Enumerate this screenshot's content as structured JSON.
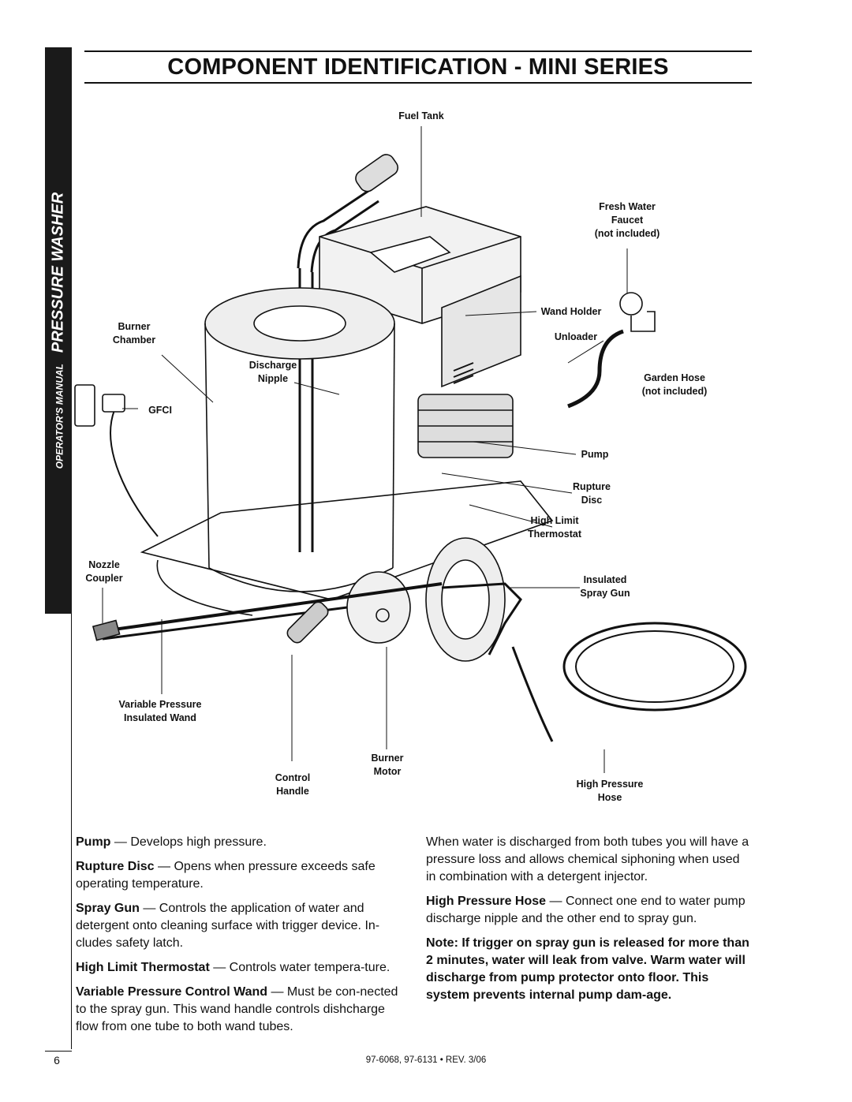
{
  "sidebar": {
    "pressure_washer": "PRESSURE WASHER",
    "operators_manual": "OPERATOR'S MANUAL"
  },
  "title": "COMPONENT IDENTIFICATION - MINI SERIES",
  "labels": {
    "fuel_tank": "Fuel Tank",
    "fresh_water_faucet": [
      "Fresh Water",
      "Faucet",
      "(not included)"
    ],
    "wand_holder": "Wand Holder",
    "unloader": "Unloader",
    "burner_chamber": [
      "Burner",
      "Chamber"
    ],
    "discharge_nipple": [
      "Discharge",
      "Nipple"
    ],
    "garden_hose": [
      "Garden Hose",
      "(not included)"
    ],
    "gfci": "GFCI",
    "pump": "Pump",
    "rupture_disc": [
      "Rupture",
      "Disc"
    ],
    "high_limit_thermostat": [
      "High Limit",
      "Thermostat"
    ],
    "nozzle_coupler": [
      "Nozzle",
      "Coupler"
    ],
    "insulated_spray_gun": [
      "Insulated",
      "Spray Gun"
    ],
    "variable_pressure_wand": [
      "Variable Pressure",
      "Insulated Wand"
    ],
    "burner_motor": [
      "Burner",
      "Motor"
    ],
    "control_handle": [
      "Control",
      "Handle"
    ],
    "high_pressure_hose": [
      "High Pressure",
      "Hose"
    ]
  },
  "left_column": [
    {
      "term": "Pump",
      "text": " — Develops high pressure."
    },
    {
      "term": "Rupture Disc",
      "text": " — Opens when pressure exceeds safe operating temperature."
    },
    {
      "term": "Spray Gun",
      "text": " — Controls the application of water and detergent onto cleaning surface with trigger device. In-cludes safety latch."
    },
    {
      "term": "High Limit Thermostat",
      "text": " —  Controls water tempera-ture."
    },
    {
      "term": "Variable Pressure Control Wand",
      "text": " — Must be con-nected to the spray gun. This wand handle controls dishcharge flow from one tube to both wand tubes."
    }
  ],
  "right_column": {
    "intro": "When water is discharged from both tubes you will have a pressure loss and allows chemical siphoning when used in combination with a detergent injector.",
    "hose_term": "High Pressure Hose",
    "hose_text": " — Connect one end to water pump discharge nipple and the other end to spray gun.",
    "note_term": "Note",
    "note_text": ": If trigger on spray gun is released for more than 2 minutes, water will leak from valve. Warm water will discharge from pump protector onto floor.  This system prevents internal pump dam-age."
  },
  "page_number": "6",
  "footer": "97-6068, 97-6131 • REV. 3/06"
}
